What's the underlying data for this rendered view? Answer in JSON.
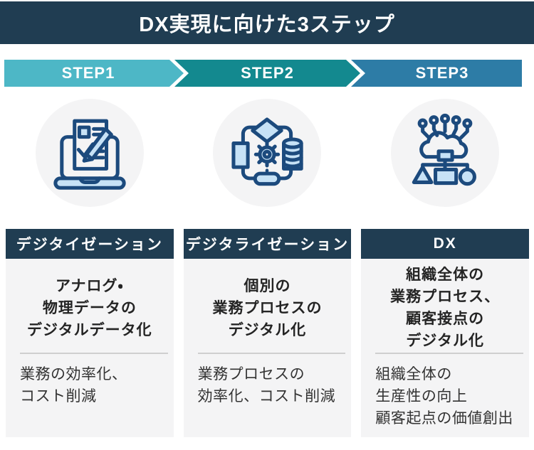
{
  "title": "DX実現に向けた3ステップ",
  "steps": [
    {
      "label": "STEP1",
      "color": "#4db7c6"
    },
    {
      "label": "STEP2",
      "color": "#13898f"
    },
    {
      "label": "STEP3",
      "color": "#2d7ca6"
    }
  ],
  "icons": [
    {
      "name": "laptop-checklist-icon"
    },
    {
      "name": "process-gear-icon"
    },
    {
      "name": "cloud-network-icon"
    }
  ],
  "cards": [
    {
      "header": "デジタイゼーション",
      "summary_lines": [
        "アナログ・",
        "物理データの",
        "デジタルデータ化"
      ],
      "detail_lines": [
        "業務の効率化、",
        "コスト削減"
      ]
    },
    {
      "header": "デジタライゼーション",
      "summary_lines": [
        "個別の",
        "業務プロセスの",
        "デジタル化"
      ],
      "detail_lines": [
        "業務プロセスの",
        "効率化、コスト削減"
      ]
    },
    {
      "header": "DX",
      "summary_lines": [
        "組織全体の",
        "業務プロセス、",
        "顧客接点の",
        "デジタル化"
      ],
      "detail_lines": [
        "組織全体の",
        "生産性の向上",
        "顧客起点の価値創出"
      ]
    }
  ],
  "colors": {
    "header_bg": "#203d52",
    "card_header_bg": "#203d52",
    "step1": "#4db7c6",
    "step2": "#13898f",
    "step3": "#2d7ca6",
    "panel_bg": "#f4f4f5",
    "icon_stroke": "#1c4a7d",
    "icon_fill": "#c7e2f6",
    "divider": "#cfcfcf",
    "text": "#2f2f2f"
  }
}
